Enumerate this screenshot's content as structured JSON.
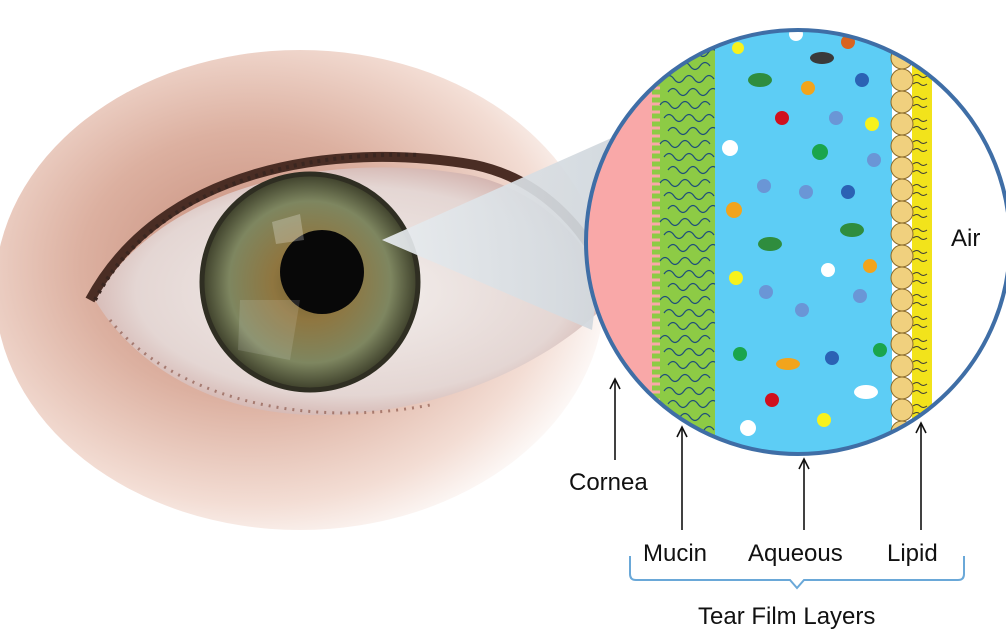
{
  "labels": {
    "air": "Air",
    "cornea": "Cornea",
    "mucin": "Mucin",
    "aqueous": "Aqueous",
    "lipid": "Lipid",
    "group": "Tear Film Layers"
  },
  "colors": {
    "cornea": "#f9a8a8",
    "mucin": "#8dcb45",
    "aqueous": "#5dcdf5",
    "lipid_band": "#f2e31b",
    "lipid_bead": "#f0d07e",
    "circle_outline": "#3f6ea6",
    "bracket": "#6aa8d8",
    "iris": "#8a8a5a",
    "pupil": "#080808"
  },
  "icons": [
    "eye-photo-icon",
    "zoom-magnifier-icon"
  ]
}
